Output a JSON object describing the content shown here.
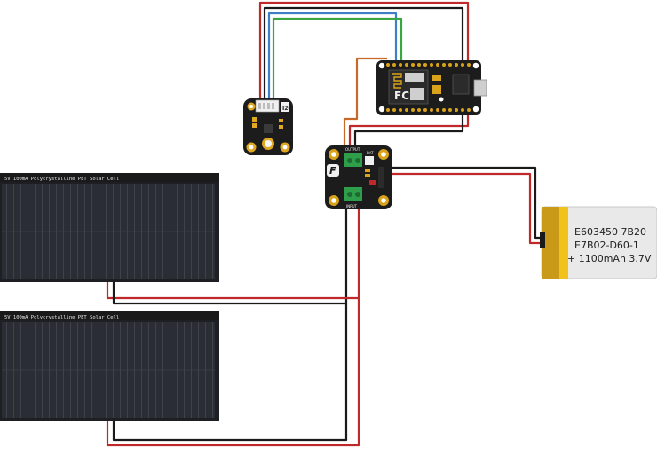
{
  "solar_panels": [
    {
      "label": "5V 100mA Polycrystalline PET Solar Cell"
    },
    {
      "label": "5V 100mA Polycrystalline PET Solar Cell"
    }
  ],
  "battery": {
    "line1": "E603450 7B20",
    "line2": "E7B02-D60-1",
    "line3": "+ 1100mAh 3.7V"
  },
  "charger_module": {
    "logo": "F",
    "in_label": "INPUT",
    "bat_label": "BAT",
    "out_label": "OUTPUT"
  },
  "sensor_module": {
    "header_label": "I2C"
  },
  "mcu_board": {
    "fcc_mark": "FC"
  },
  "colors": {
    "wire_red": "#c0282a",
    "wire_black": "#1a1a1a",
    "wire_blue": "#3f7fc8",
    "wire_green": "#3aa640",
    "wire_orange": "#c8692a",
    "pcb_black": "#1c1c1c",
    "terminal_green": "#2f9e4a",
    "gold": "#d9a21b",
    "battery_silver": "#e9e9e9",
    "battery_band": "#c99a17"
  }
}
